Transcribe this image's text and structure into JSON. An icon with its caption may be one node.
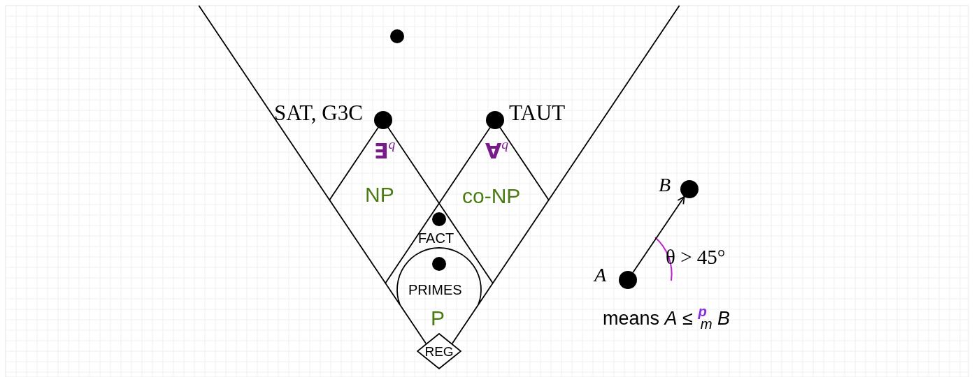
{
  "diagram": {
    "nodes": [
      {
        "text": [],
        "shape": "circle"
      },
      {
        "text": [],
        "shape": "circle",
        "beside": [
          "SAT, G3C"
        ]
      },
      {
        "text": [],
        "shape": "circle",
        "beside": [
          "TAUT"
        ]
      },
      {
        "text": [],
        "shape": "circle",
        "beside": [
          "FACT"
        ]
      },
      {
        "text": [],
        "shape": "circle",
        "beside": [
          "PRIMES"
        ]
      },
      {
        "text": [
          "REG"
        ]
      },
      {
        "text": [],
        "shape": "circle",
        "beside": [
          "B"
        ]
      },
      {
        "text": [],
        "shape": "circle",
        "beside": [
          "A"
        ]
      }
    ],
    "edges": [
      {
        "from": 7,
        "to": 6,
        "arrow": "to"
      }
    ],
    "labels": [
      "∃$^{q}$",
      "NP",
      "∀$^{q}$",
      "co-NP",
      "P",
      "θ >  45°",
      "means *A* ≤ $^{p}$$_{m}$ *B*"
    ]
  }
}
